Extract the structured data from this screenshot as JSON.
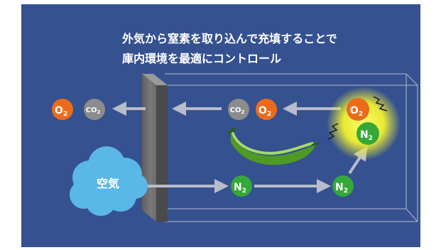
{
  "title": {
    "line1": "外気から窒素を取り込んで充填することで",
    "line2": "庫内環境を最適にコントロール"
  },
  "labels": {
    "air": "空気",
    "o2_main": "O",
    "o2_sub": "2",
    "co2_main": "CO",
    "co2_sub": "2",
    "n2_main": "N",
    "n2_sub": "2"
  },
  "colors": {
    "background": "#35518f",
    "o2": "#ec6b1b",
    "co2": "#8c8c8c",
    "n2": "#35a83a",
    "air_cloud": "#5ab8e8",
    "arrow": "#b8bccb",
    "glow": "#f2f230",
    "banana": "#6fb534"
  }
}
